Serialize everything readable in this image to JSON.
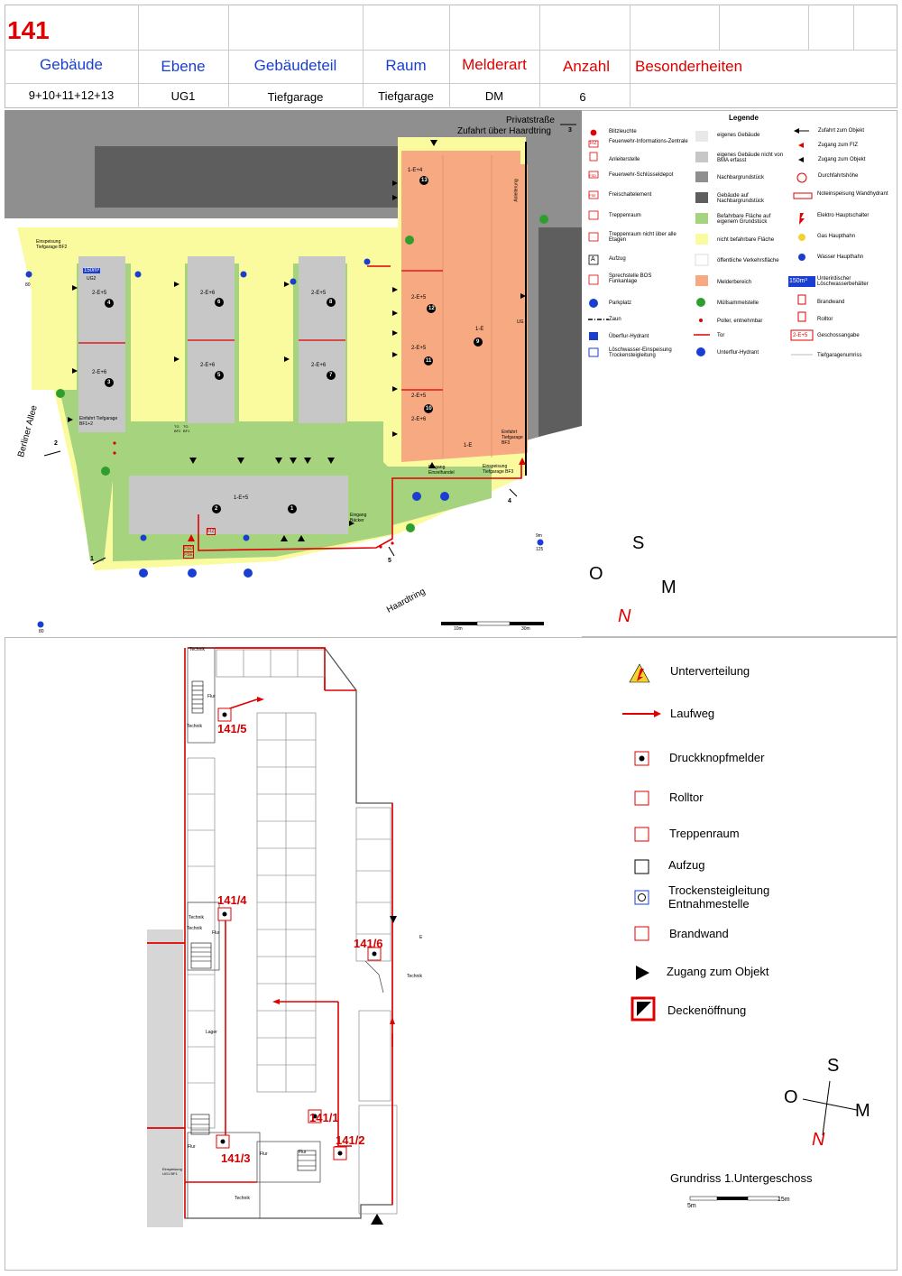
{
  "header": {
    "number": "141",
    "columns": [
      {
        "label": "Gebäude",
        "value": "9+10+11+12+13",
        "color": "#1a3fd0"
      },
      {
        "label": "Ebene",
        "value": "UG1",
        "color": "#1a3fd0"
      },
      {
        "label": "Gebäudeteil",
        "value": "Tiefgarage",
        "color": "#1a3fd0"
      },
      {
        "label": "Raum",
        "value": "Tiefgarage",
        "color": "#1a3fd0"
      },
      {
        "label": "Melderart",
        "value": "DM",
        "color": "#e00000"
      },
      {
        "label": "Anzahl",
        "value": "6",
        "color": "#e00000"
      },
      {
        "label": "Besonderheiten",
        "value": "",
        "color": "#e00000"
      }
    ]
  },
  "site_plan": {
    "streets": {
      "private": "Privatstraße",
      "access": "Zufahrt über Haardtring",
      "berliner": "Berliner Allee",
      "haardtring": "Haardtring"
    },
    "access_numbers": [
      "1",
      "2",
      "3",
      "4",
      "5"
    ],
    "labels": {
      "einspeisung_bf2": "Einspeisung Tiefgarage BF2",
      "einfahrt_bf12": "Einfahrt Tiefgarage BF1+2",
      "einfahrt_bf3": "Einfahrt Tiefgarage BF3",
      "einspeisung_bf3": "Einspeisung Tiefgarage BF3",
      "eingang_einzelhandel": "Eingang Einzelhandel",
      "eingang_baecker": "Eingang Bäcker",
      "tank": "150m³",
      "ug2": "UG2",
      "anleiterung": "Anleiterung",
      "ug": "UG",
      "tg_bf2": "TG BF2",
      "tg_bf1": "TG BF1",
      "hydrant_80a": "80",
      "hydrant_80b": "80",
      "hydrant_125": "125",
      "hydrant_dn": "9m",
      "fsd": "FSD",
      "fsd2": "FSE",
      "fiz": "FIZ"
    },
    "floor_tags": {
      "g13": "1-E+4",
      "g12": "2-E+5",
      "g11": "2-E+5",
      "g10": "2-E+5",
      "g10b": "2-E+6",
      "g9": "1-E",
      "g9b": "1-E",
      "g4": "2-E+5",
      "g3": "2-E+6",
      "g6": "2-E+6",
      "g5": "2-E+6",
      "g8": "2-E+5",
      "g7": "2-E+6",
      "g12b": "1-E+5"
    },
    "building_numbers": [
      "13",
      "12",
      "11",
      "10",
      "9",
      "4",
      "3",
      "6",
      "5",
      "8",
      "7",
      "2",
      "1"
    ],
    "scale": {
      "a": "10m",
      "b": "30m"
    },
    "compass": {
      "s": "S",
      "o": "O",
      "m": "M",
      "n": "N"
    }
  },
  "legend": {
    "title": "Legende",
    "col1": [
      "Blitzleuchte",
      "Feuerwehr-Informations-Zentrale",
      "Anleiterstelle",
      "Feuerwehr-Schlüsseldepot",
      "Freischaltelement",
      "Treppenraum",
      "Treppenraum nicht über alle Etagen",
      "Aufzug",
      "Sprechstelle BOS Funkanlage",
      "Parkplatz",
      "Zaun",
      "Überflur-Hydrant",
      "Löschwasser-Einspeisung Trockensteigleitung"
    ],
    "col2": [
      "eigenes Gebäude",
      "eigenes Gebäude nicht von BMA erfasst",
      "Nachbargrundstück",
      "Gebäude auf Nachbargrundstück",
      "Befahrbare Fläche auf eigenem Grundstück",
      "nicht befahrbare Fläche",
      "öffentliche Verkehrsfläche",
      "Melderbereich",
      "Müllsammelstelle",
      "Poller, entnehmbar",
      "Tor",
      "Unterflur-Hydrant"
    ],
    "col3": [
      "Zufahrt zum Objekt",
      "Zugang zum FIZ",
      "Zugang zum Objekt",
      "Durchfahrtshöhe",
      "Noteinspeisung Wandhydrant",
      "Elektro Hauptschalter",
      "Gas Haupthahn",
      "Wasser Haupthahn",
      "Unterirdischer Löschwasserbehälter",
      "Brandwand",
      "Rolltor",
      "Geschossangabe",
      "Tiefgaragenumriss"
    ],
    "tank": "150m³",
    "geschoss": "2-E+5",
    "fsd": "FSD",
    "fse": "FSE",
    "fiz": "FIZ",
    "aufzug": "A"
  },
  "floor_plan": {
    "detectors": [
      "141/5",
      "141/4",
      "141/6",
      "141/1",
      "141/2",
      "141/3"
    ],
    "room_labels": {
      "technik1": "Technik",
      "technik2": "Technik",
      "technik3": "Technik",
      "technik4": "Technik",
      "technik5": "Technik",
      "technik6": "Technik",
      "flur1": "Flur",
      "flur2": "Flur",
      "flur3": "Flur",
      "flur4": "Flur",
      "flur5": "Flur",
      "lager": "Lager",
      "e": "E",
      "einsp": "Einspeisung UG1 BF1"
    },
    "title": "Grundriss 1.Untergeschoss",
    "scale": {
      "a": "5m",
      "b": "15m"
    },
    "compass": {
      "s": "S",
      "o": "O",
      "m": "M",
      "n": "N"
    }
  },
  "floor_legend": [
    "Unterverteilung",
    "Laufweg",
    "Druckknopfmelder",
    "Rolltor",
    "Treppenraum",
    "Aufzug",
    "Trockensteigleitung Entnahmestelle",
    "Brandwand",
    "Zugang zum Objekt",
    "Deckenöffnung"
  ],
  "colors": {
    "red": "#e00000",
    "blue": "#1a3fd0",
    "yellow": "#fafa9e",
    "green": "#a6d37e",
    "orange": "#f7a982",
    "grey_light": "#c7c7c7",
    "grey_mid": "#8f8f8f",
    "grey_dark": "#5e5e5e"
  }
}
